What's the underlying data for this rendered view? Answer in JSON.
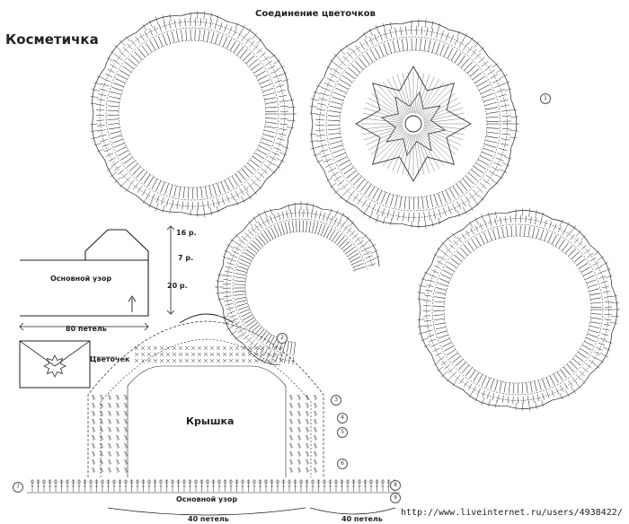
{
  "texts": {
    "title": "Косметичка",
    "join_caption": "Соединение цветочков",
    "rows_16": "16 р.",
    "rows_7": "7 р.",
    "rows_20": "20 р.",
    "main_pattern": "Основной узор",
    "width_80": "80 петель",
    "flower_label": "Цветочек",
    "lid_label": "Крышка",
    "main_pattern_bottom": "Основной узор",
    "width_40_left": "40 петель",
    "width_40_right": "40 петель",
    "watermark": "http://www.liveinternet.ru/users/4938422/"
  },
  "row_numbers": [
    "1",
    "2",
    "3",
    "4",
    "5",
    "6",
    "7",
    "8",
    "9"
  ],
  "colors": {
    "ink": "#222222",
    "paper": "#ffffff"
  }
}
